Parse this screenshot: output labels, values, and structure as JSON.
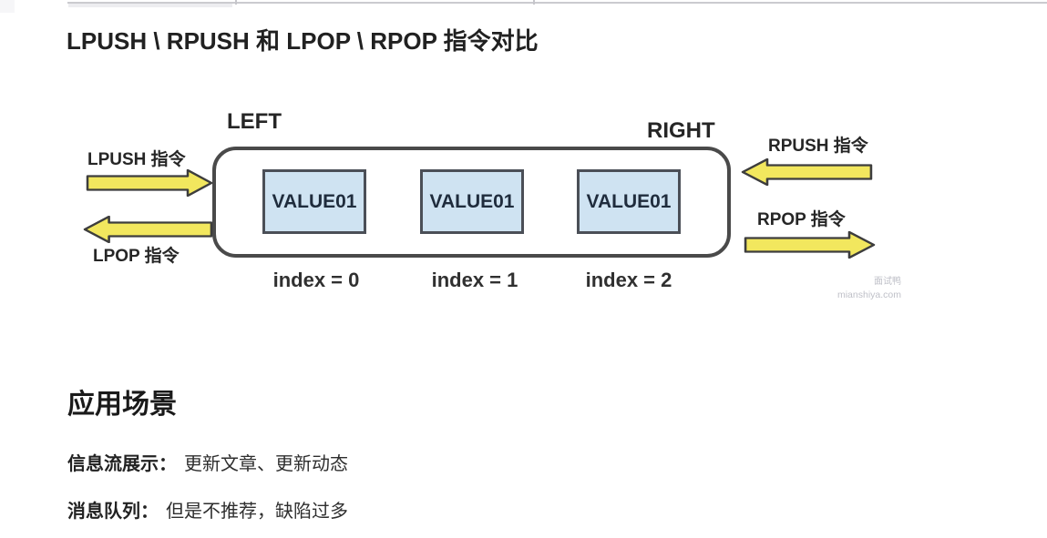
{
  "page": {
    "title": "LPUSH \\ RPUSH 和 LPOP \\ RPOP 指令对比"
  },
  "diagram": {
    "left_label": "LEFT",
    "right_label": "RIGHT",
    "commands": {
      "lpush": "LPUSH 指令",
      "lpop": "LPOP 指令",
      "rpush": "RPUSH 指令",
      "rpop": "RPOP 指令"
    },
    "items": [
      {
        "value": "VALUE01",
        "index_label": "index = 0"
      },
      {
        "value": "VALUE01",
        "index_label": "index = 1"
      },
      {
        "value": "VALUE01",
        "index_label": "index = 2"
      }
    ],
    "colors": {
      "arrow_fill": "#f2e75e",
      "arrow_stroke": "#3d3d3d",
      "value_box_fill": "#cfe3f2",
      "value_box_border": "#4b4f57",
      "container_border": "#4a4a4a"
    },
    "watermark": {
      "line1": "面试鸭",
      "line2": "mianshiya.com"
    }
  },
  "section": {
    "heading": "应用场景",
    "lines": [
      {
        "label": "信息流展示：",
        "text": "更新文章、更新动态"
      },
      {
        "label": "消息队列：",
        "text": "但是不推荐，缺陷过多"
      }
    ]
  }
}
